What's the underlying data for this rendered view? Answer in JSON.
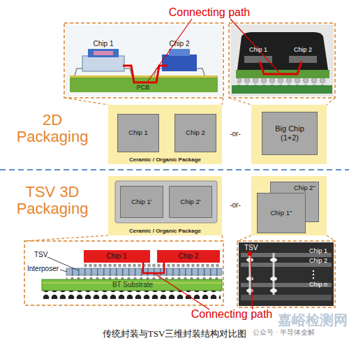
{
  "diagram": {
    "caption": "传统封装与TSV三维封装结构对比图",
    "nodes": [
      {
        "text": [
          "Ceramic / Organic Package"
        ]
      },
      {
        "text": [
          "Chip 1"
        ],
        "in": 0
      },
      {
        "text": [
          "Chip 2"
        ],
        "in": 0
      },
      {
        "text": [
          "Big Chip (1+2)"
        ]
      },
      {
        "text": [
          "Ceramic / Organic Package"
        ]
      },
      {
        "text": [
          "Chip 1'"
        ],
        "in": 4
      },
      {
        "text": [
          "Chip 2'"
        ],
        "in": 4
      },
      {
        "text": [
          "Chip 2''"
        ]
      },
      {
        "text": [
          "Chip 1''"
        ]
      }
    ],
    "labels": [
      "Connecting path",
      "Chip 1",
      "Chip 2",
      "PCB",
      "Chip 1",
      "Chip 2",
      "2D Packaging",
      "-or-",
      "TSV 3D Packaging",
      "-or-",
      "TSV",
      "Interposer",
      "BT Substrate",
      "Chip 1",
      "Chip 2",
      "TSV",
      "Chip 1",
      "Chip 2",
      "Chip n",
      "Connecting path",
      "嘉峪检测网",
      "公众号 · 半导体全解"
    ]
  }
}
